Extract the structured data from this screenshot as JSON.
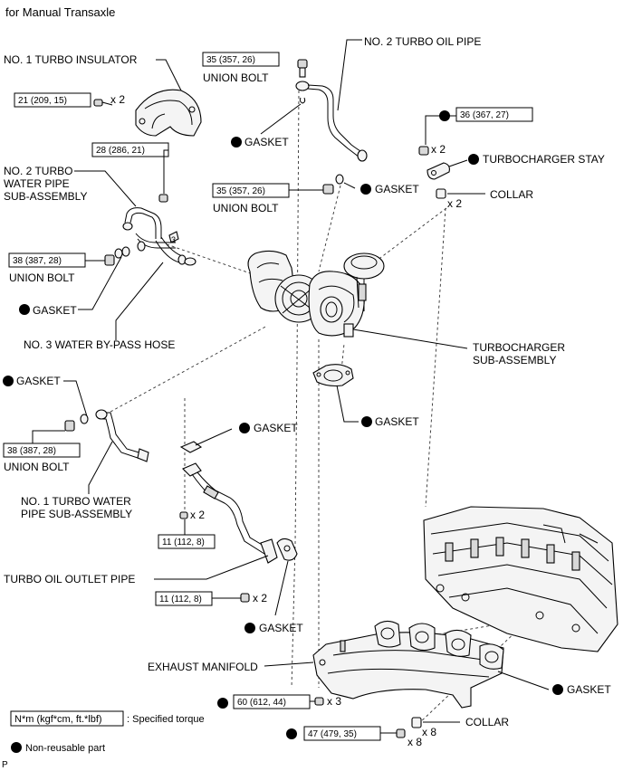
{
  "header": "for Manual Transaxle",
  "labels": {
    "no1_turbo_insulator": "NO. 1 TURBO INSULATOR",
    "no2_turbo_oil_pipe": "NO. 2 TURBO OIL PIPE",
    "union_bolt_top": "UNION BOLT",
    "gasket_oilpipe_upper": "GASKET",
    "gasket_oilpipe_lower": "GASKET",
    "union_bolt_mid": "UNION BOLT",
    "turbocharger_stay": "TURBOCHARGER STAY",
    "collar_stay": "COLLAR",
    "no2_turbo_water_pipe_1": "NO. 2 TURBO",
    "no2_turbo_water_pipe_2": "WATER PIPE",
    "no2_turbo_water_pipe_3": "SUB-ASSEMBLY",
    "union_bolt_left": "UNION BOLT",
    "gasket_left": "GASKET",
    "no3_water_bypass_hose": "NO. 3 WATER BY-PASS HOSE",
    "turbocharger_1": "TURBOCHARGER",
    "turbocharger_2": "SUB-ASSEMBLY",
    "gasket_water_pipe": "GASKET",
    "gasket_turbo_flange": "GASKET",
    "union_bolt_bottom": "UNION BOLT",
    "no1_turbo_water_pipe_1": "NO. 1 TURBO WATER",
    "no1_turbo_water_pipe_2": "PIPE SUB-ASSEMBLY",
    "gasket_oil_outlet_top": "GASKET",
    "turbo_oil_outlet_pipe": "TURBO OIL OUTLET PIPE",
    "gasket_oil_outlet_bottom": "GASKET",
    "exhaust_manifold": "EXHAUST MANIFOLD",
    "gasket_manifold": "GASKET",
    "collar_manifold": "COLLAR"
  },
  "torques": {
    "t21": "21 (209, 15)",
    "t35a": "35 (357, 26)",
    "t36": "36 (367, 27)",
    "t28": "28 (286, 21)",
    "t35b": "35 (357, 26)",
    "t38a": "38 (387, 28)",
    "t38b": "38 (387, 28)",
    "t11a": "11 (112, 8)",
    "t11b": "11 (112, 8)",
    "t60": "60 (612, 44)",
    "t47": "47 (479, 35)"
  },
  "quantities": {
    "q21": "x 2",
    "q36": "x 2",
    "q_collar": "x 2",
    "q11a": "x 2",
    "q11b": "x 2",
    "q60": "x 3",
    "q47": "x 8",
    "q_collar_manifold": "x 8"
  },
  "legend": {
    "torque_key": "N*m (kgf*cm, ft.*lbf)",
    "torque_desc": ": Specified torque",
    "nonreusable": "Non-reusable part"
  },
  "footer_code": "P",
  "colors": {
    "ink": "#000000",
    "part_fill": "#f4f4f4",
    "background": "#ffffff"
  }
}
